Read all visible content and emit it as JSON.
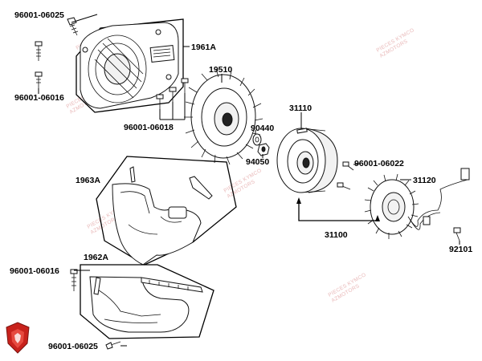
{
  "watermark": {
    "line1": "PIECES KYMCO",
    "line2": "AZMOTORS"
  },
  "parts": [
    {
      "key": "b_top",
      "ref": "96001-06025"
    },
    {
      "key": "cover",
      "ref": "1961A"
    },
    {
      "key": "b_left",
      "ref": "96001-06016"
    },
    {
      "key": "fan",
      "ref": "19510"
    },
    {
      "key": "b_fan",
      "ref": "96001-06018"
    },
    {
      "key": "rotor",
      "ref": "31110"
    },
    {
      "key": "washer",
      "ref": "90440"
    },
    {
      "key": "nut",
      "ref": "94050"
    },
    {
      "key": "b_stator",
      "ref": "96001-06022"
    },
    {
      "key": "stator",
      "ref": "31120"
    },
    {
      "key": "assy",
      "ref": "31100"
    },
    {
      "key": "bolt_r",
      "ref": "92101"
    },
    {
      "key": "shroud",
      "ref": "1963A"
    },
    {
      "key": "lower",
      "ref": "1962A"
    },
    {
      "key": "b_low1",
      "ref": "96001-06016"
    },
    {
      "key": "b_low2",
      "ref": "96001-06025"
    }
  ],
  "logo": {
    "name": "kymco-shield-logo"
  }
}
